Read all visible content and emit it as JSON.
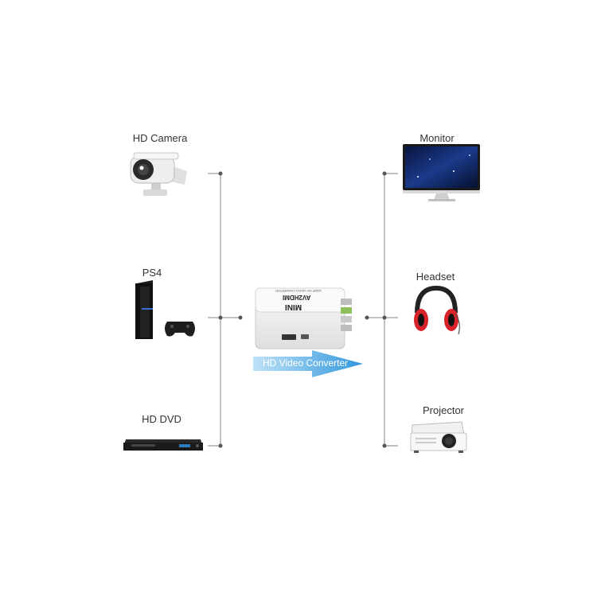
{
  "inputs": [
    {
      "label": "HD Camera",
      "icon": "security-camera-icon"
    },
    {
      "label": "PS4",
      "icon": "game-console-icon"
    },
    {
      "label": "HD DVD",
      "icon": "dvd-player-icon"
    }
  ],
  "outputs": [
    {
      "label": "Monitor",
      "icon": "monitor-icon"
    },
    {
      "label": "Headset",
      "icon": "headset-icon"
    },
    {
      "label": "Projector",
      "icon": "projector-icon"
    }
  ],
  "converter": {
    "brand_text": "MINI",
    "model_text": "AV2HDMI",
    "sub_text": "1080P HD VIDEO CONVERTER",
    "arrow_label": "HD Video Converter"
  },
  "colors": {
    "wire": "#9a9a9a",
    "arrow": "#3aa0e0",
    "ps4_accent": "#3b6fd6",
    "headset_red": "#d8232a"
  }
}
